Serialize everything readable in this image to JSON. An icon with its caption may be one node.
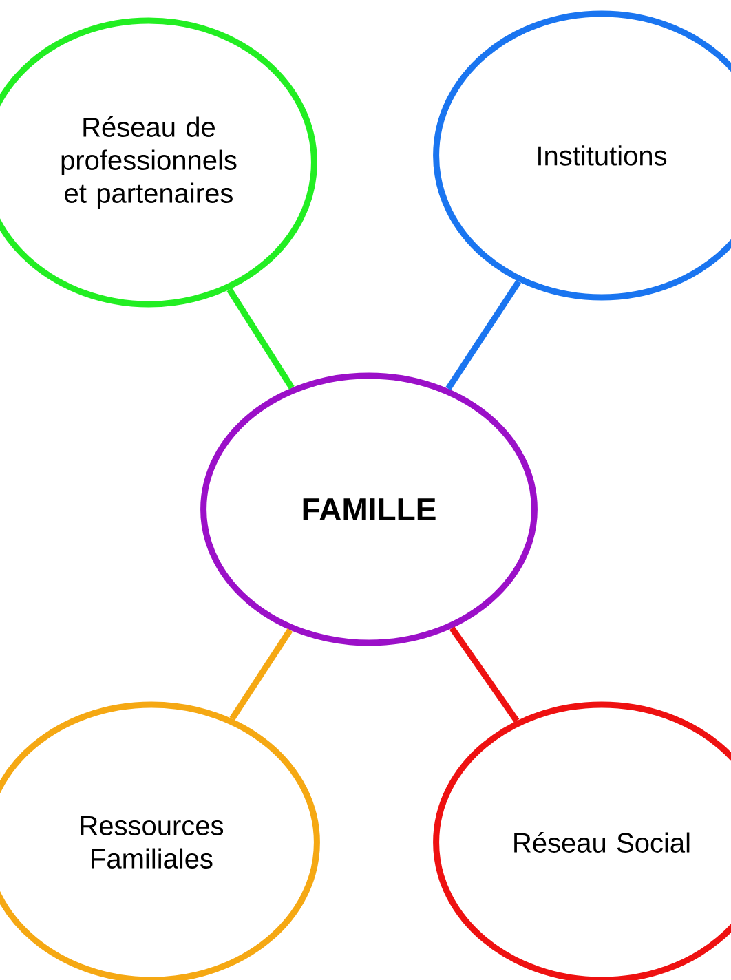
{
  "diagram": {
    "nodes": [
      {
        "text": [
          "Réseau de professionnels et partenaires"
        ]
      },
      {
        "text": [
          "Institutions"
        ]
      },
      {
        "text": [
          "FAMILLE"
        ]
      },
      {
        "text": [
          "Ressources Familiales"
        ]
      },
      {
        "text": [
          "Réseau Social"
        ]
      }
    ],
    "edges": [
      {
        "from": 2,
        "to": 0,
        "arrow": "none",
        "color": "#22ee22"
      },
      {
        "from": 2,
        "to": 1,
        "arrow": "none",
        "color": "#1a75f0"
      },
      {
        "from": 2,
        "to": 3,
        "arrow": "none",
        "color": "#f5a813"
      },
      {
        "from": 2,
        "to": 4,
        "arrow": "none",
        "color": "#ee1111"
      }
    ]
  }
}
